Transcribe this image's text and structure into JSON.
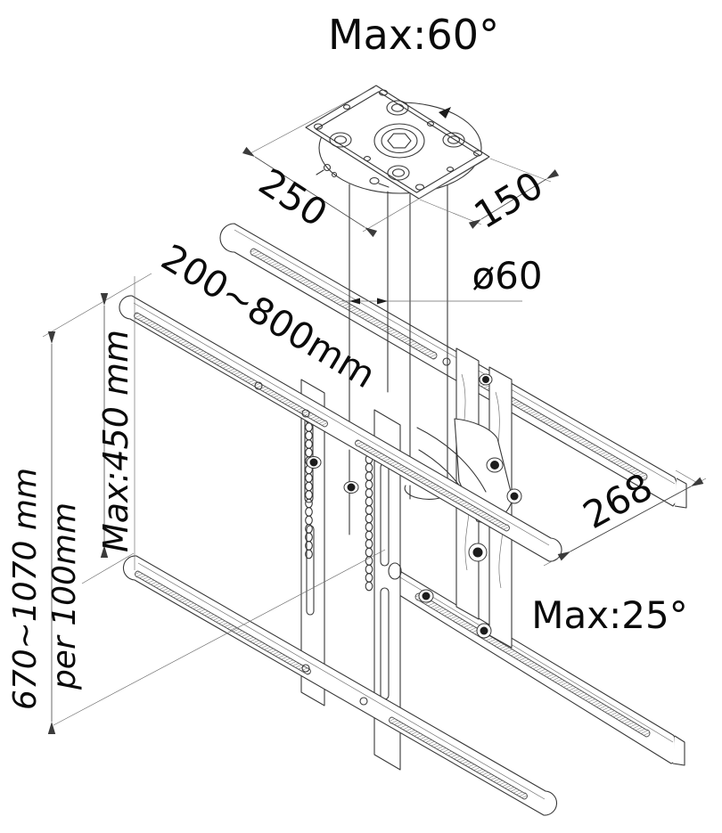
{
  "page": {
    "background": "#ffffff",
    "line_color": "#383838",
    "text_color": "#0a0a0a"
  },
  "diagram": {
    "type": "technical-drawing",
    "subject": "dual ceiling TV mount with telescopic pole, swivel plate and tilting rail brackets",
    "annotations": {
      "swivel_max": "Max:60°",
      "plate_width_mm": "250",
      "plate_depth_mm": "150",
      "rail_width_range": "200~800mm",
      "pole_diameter": "ø60",
      "height_adjust_max": "Max:450 mm",
      "drop_length_range": "670~1070 mm",
      "drop_length_step": "per 100mm",
      "rail_depth_mm": "268",
      "tilt_max": "Max:25°"
    }
  }
}
